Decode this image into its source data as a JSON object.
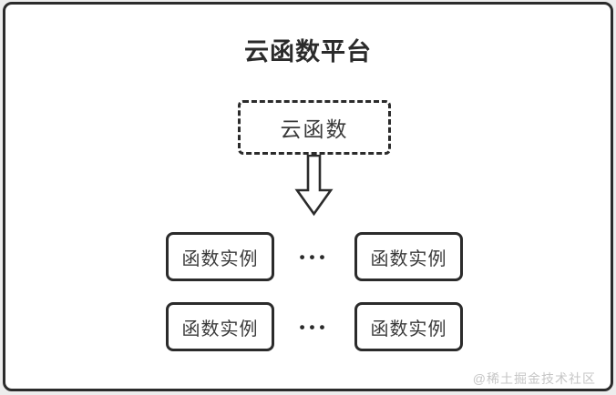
{
  "diagram": {
    "title": "云函数平台",
    "root_node": {
      "label": "云函数"
    },
    "rows": [
      {
        "left": "函数实例",
        "dots": "•••",
        "right": "函数实例"
      },
      {
        "left": "函数实例",
        "dots": "•••",
        "right": "函数实例"
      }
    ]
  },
  "watermark": "@稀土掘金技术社区",
  "icons": {
    "arrow": "down-arrow-icon"
  },
  "colors": {
    "border": "#2b2b2b",
    "text": "#3a3a3a",
    "watermark": "#c6c6c6",
    "background": "#ffffff"
  }
}
